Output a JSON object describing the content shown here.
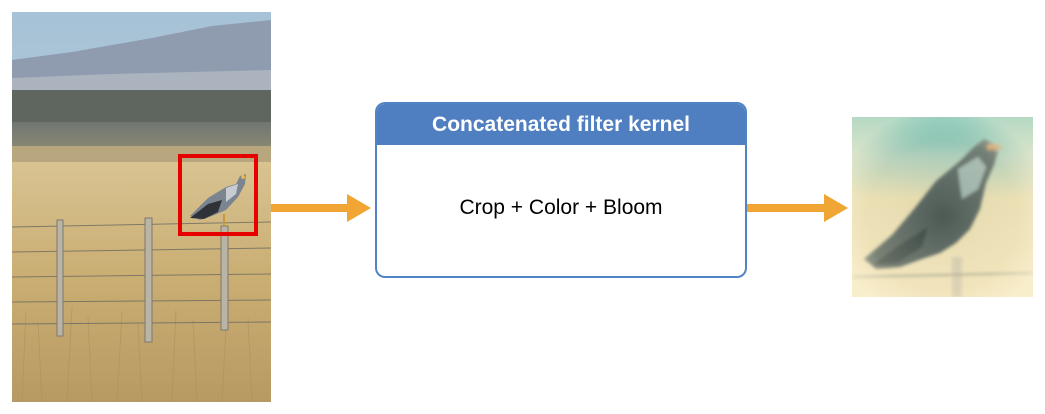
{
  "source_image": {
    "subject": "bird perched on a wire fence post in a grassy field"
  },
  "crop_region": {
    "color": "#e60000"
  },
  "kernel": {
    "title": "Concatenated filter kernel",
    "operations": "Crop + Color + Bloom",
    "header_color": "#4f7fc0",
    "border_color": "#5283c4"
  },
  "arrow_color": "#f0a535",
  "output_image": {
    "subject": "cropped bird with color tint and bloom effect"
  }
}
